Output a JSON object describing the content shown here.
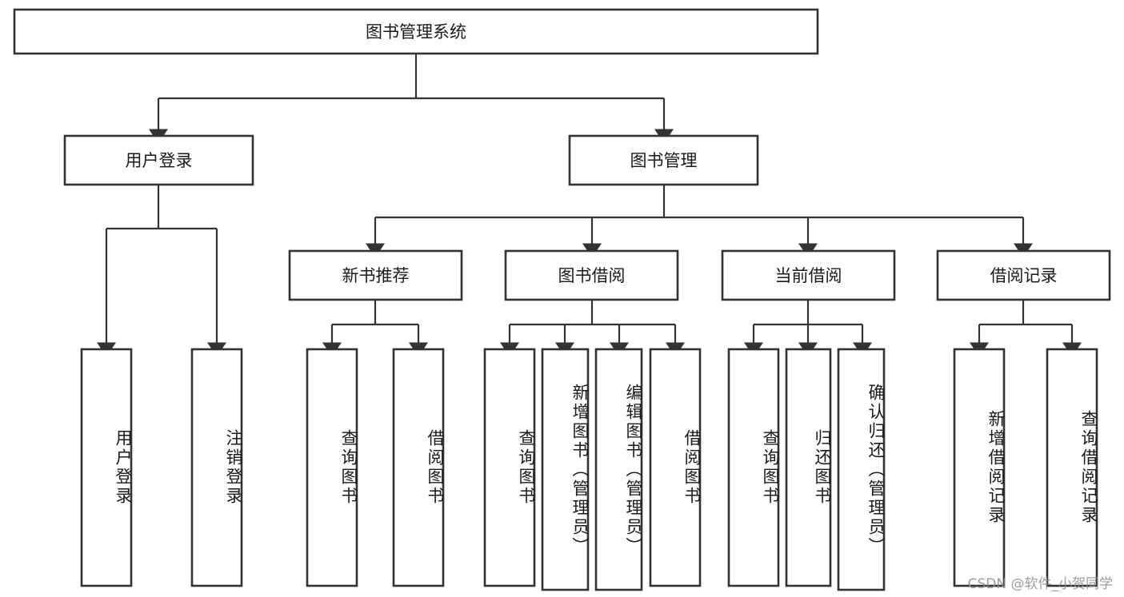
{
  "diagram": {
    "title": "图书管理系统",
    "type": "tree-hierarchy-flowchart",
    "colors": {
      "stroke": "#333333",
      "fill": "#ffffff",
      "text": "#1a1a1a",
      "watermark": "#8c8c8c"
    },
    "root": {
      "label": "图书管理系统"
    },
    "level2": [
      {
        "id": "user-login",
        "label": "用户登录"
      },
      {
        "id": "book-management",
        "label": "图书管理"
      }
    ],
    "level3": [
      {
        "id": "new-book-recommend",
        "label": "新书推荐"
      },
      {
        "id": "book-borrow",
        "label": "图书借阅"
      },
      {
        "id": "current-borrow",
        "label": "当前借阅"
      },
      {
        "id": "borrow-record",
        "label": "借阅记录"
      }
    ],
    "leaves": {
      "user_login": [
        {
          "id": "leaf-user-login",
          "label": "用户登录"
        },
        {
          "id": "leaf-logout-login",
          "label": "注销登录"
        }
      ],
      "new_book_recommend": [
        {
          "id": "leaf-query-book-1",
          "label": "查询图书"
        },
        {
          "id": "leaf-borrow-book-1",
          "label": "借阅图书"
        }
      ],
      "book_borrow": [
        {
          "id": "leaf-query-book-2",
          "label": "查询图书"
        },
        {
          "id": "leaf-add-book-admin",
          "label": "新增图书（管理员）"
        },
        {
          "id": "leaf-edit-book-admin",
          "label": "编辑图书（管理员）"
        },
        {
          "id": "leaf-borrow-book-2",
          "label": "借阅图书"
        }
      ],
      "current_borrow": [
        {
          "id": "leaf-query-book-3",
          "label": "查询图书"
        },
        {
          "id": "leaf-return-book",
          "label": "归还图书"
        },
        {
          "id": "leaf-confirm-return-admin",
          "label": "确认归还（管理员）"
        }
      ],
      "borrow_record": [
        {
          "id": "leaf-add-borrow-record",
          "label": "新增借阅记录"
        },
        {
          "id": "leaf-query-borrow-record",
          "label": "查询借阅记录"
        }
      ]
    }
  },
  "watermark": {
    "text": "CSDN @软件_小贺同学"
  }
}
